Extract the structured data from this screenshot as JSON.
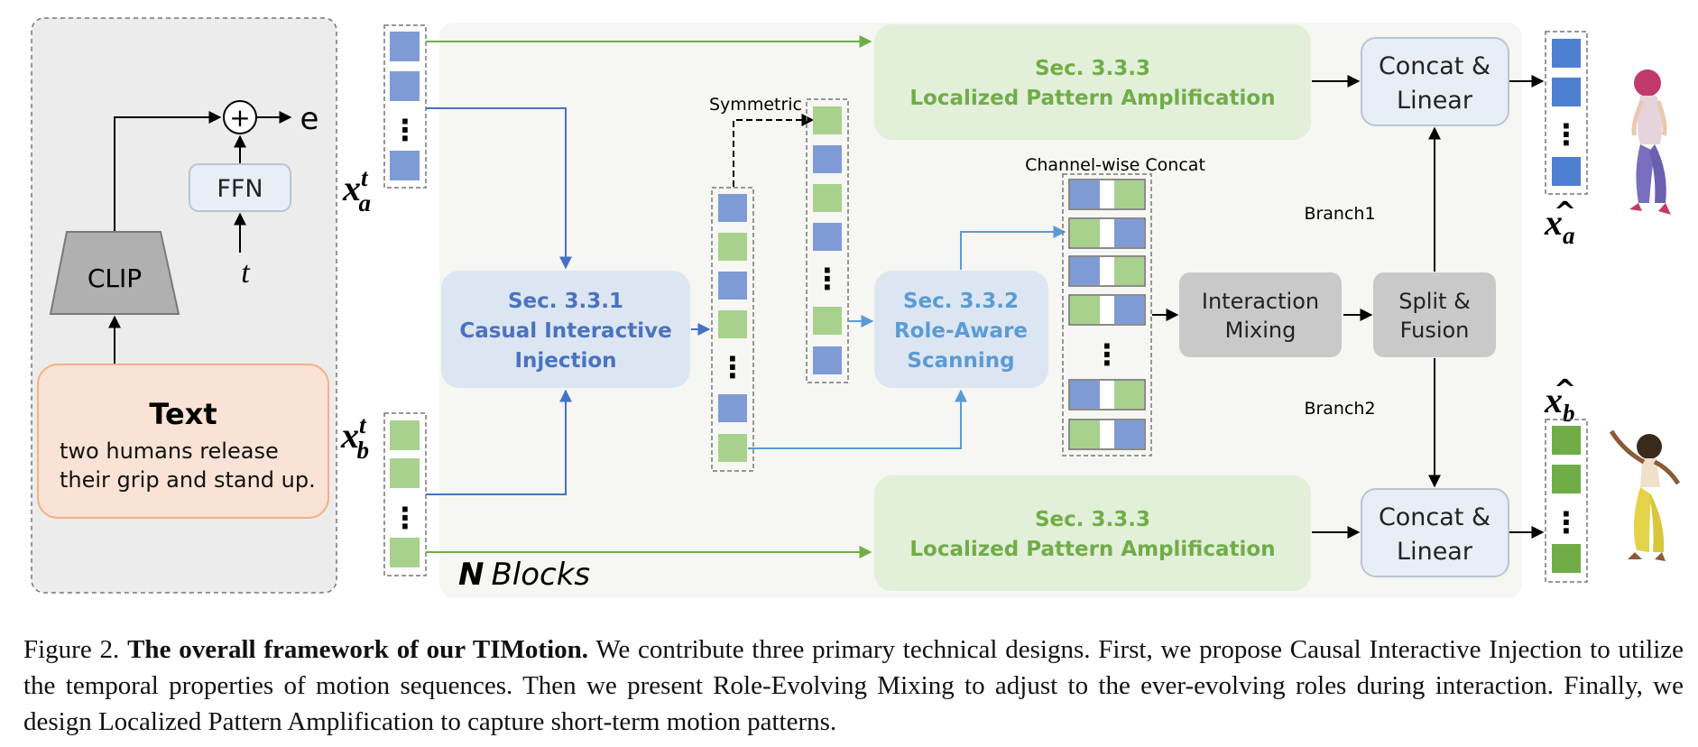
{
  "left_panel": {
    "text_title": "Text",
    "text_line1": "two humans release",
    "text_line2": "their grip and stand up.",
    "clip_label": "CLIP",
    "ffn_label": "FFN",
    "t_label": "t",
    "e_label": "e",
    "plus_symbol": "+"
  },
  "inputs": {
    "xa_label": "x",
    "xa_sup": "t",
    "xa_sub": "a",
    "xb_label": "x",
    "xb_sup": "t",
    "xb_sub": "b",
    "dots": "⋮"
  },
  "blocks": {
    "causal_sec": "Sec. 3.3.1",
    "causal_line1": "Casual Interactive",
    "causal_line2": "Injection",
    "role_sec": "Sec. 3.3.2",
    "role_line1": "Role-Aware",
    "role_line2": "Scanning",
    "lpa_top_sec": "Sec. 3.3.3",
    "lpa_top_name": "Localized Pattern Amplification",
    "lpa_bot_sec": "Sec. 3.3.3",
    "lpa_bot_name": "Localized Pattern Amplification",
    "symmetric": "Symmetric",
    "channel_concat": "Channel-wise Concat",
    "interaction_line1": "Interaction",
    "interaction_line2": "Mixing",
    "split_line1": "Split &",
    "split_line2": "Fusion",
    "branch1": "Branch1",
    "branch2": "Branch2",
    "concat_top_line1": "Concat &",
    "concat_top_line2": "Linear",
    "concat_bot_line1": "Concat &",
    "concat_bot_line2": "Linear",
    "n_letter": "N",
    "n_blocks_word": "Blocks"
  },
  "outputs": {
    "xa_hat_label": "x",
    "xa_hat_sub": "a",
    "xb_hat_label": "x",
    "xb_hat_sub": "b",
    "hat": "^"
  },
  "caption": {
    "prefix": "Figure 2.",
    "bold": "The overall framework of our TIMotion.",
    "body": "We contribute three primary technical designs. First, we propose Causal Interactive Injection to utilize the temporal properties of motion sequences.  Then we present Role-Evolving Mixing to adjust to the ever-evolving roles during interaction. Finally, we design Localized Pattern Amplification to capture short-term motion patterns."
  },
  "colors": {
    "blue_token": "#7f9bd6",
    "green_token": "#a9d18e",
    "blue_arrow": "#4472c4",
    "green_arrow": "#70ad47",
    "blue_text": "#4a72c0",
    "green_text": "#70ad47",
    "gray_box": "#c9c9c9",
    "text_box": "#fae3d6"
  }
}
